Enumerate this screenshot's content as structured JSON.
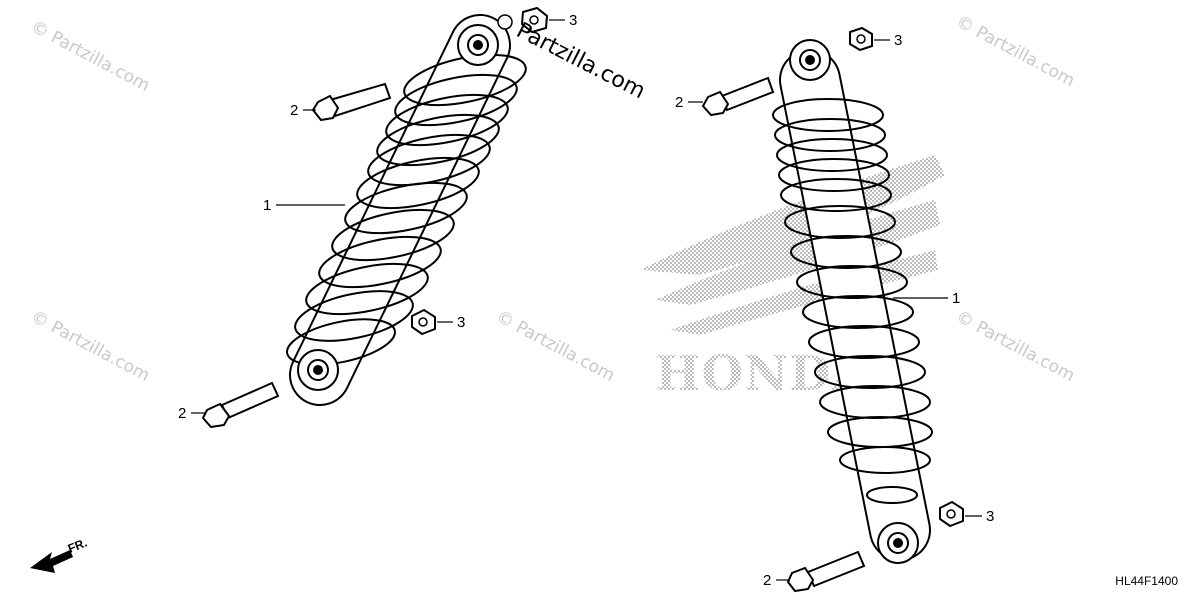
{
  "diagram": {
    "callouts": {
      "left_top_nut": "3",
      "left_top_bolt": "2",
      "left_shock": "1",
      "left_bottom_nut": "3",
      "left_bottom_bolt": "2",
      "right_top_nut": "3",
      "right_top_bolt": "2",
      "right_shock": "1",
      "right_bottom_nut": "3",
      "right_bottom_bolt": "2"
    },
    "direction_label": "FR.",
    "diagram_code": "HL44F1400",
    "brand_watermark": "HONDA",
    "site_watermark": "Partzilla.com",
    "corner_watermark": "© Partzilla.com"
  }
}
